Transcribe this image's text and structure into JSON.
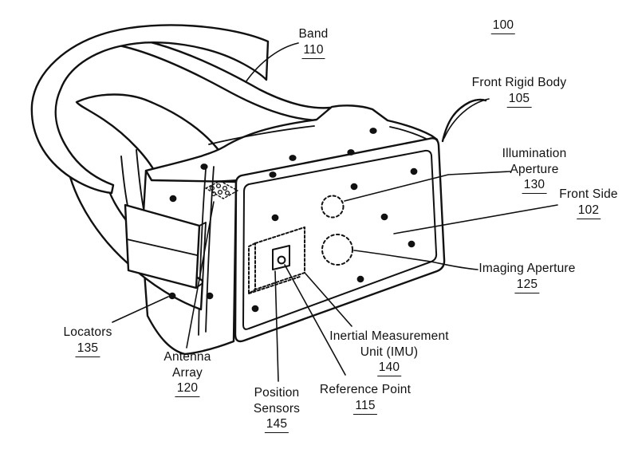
{
  "figure": {
    "fig_ref": "100",
    "labels": {
      "band": {
        "text": "Band",
        "ref": "110"
      },
      "front_rigid_body": {
        "text": "Front Rigid Body",
        "ref": "105"
      },
      "illumination": {
        "line1": "Illumination",
        "line2": "Aperture",
        "ref": "130"
      },
      "front_side": {
        "text": "Front Side",
        "ref": "102"
      },
      "imaging": {
        "text": "Imaging Aperture",
        "ref": "125"
      },
      "locators": {
        "text": "Locators",
        "ref": "135"
      },
      "antenna": {
        "line1": "Antenna",
        "line2": "Array",
        "ref": "120"
      },
      "position": {
        "line1": "Position",
        "line2": "Sensors",
        "ref": "145"
      },
      "reference": {
        "text": "Reference Point",
        "ref": "115"
      },
      "imu": {
        "line1": "Inertial Measurement",
        "line2": "Unit (IMU)",
        "ref": "140"
      }
    },
    "line_color": "#111111",
    "background_color": "#ffffff"
  }
}
